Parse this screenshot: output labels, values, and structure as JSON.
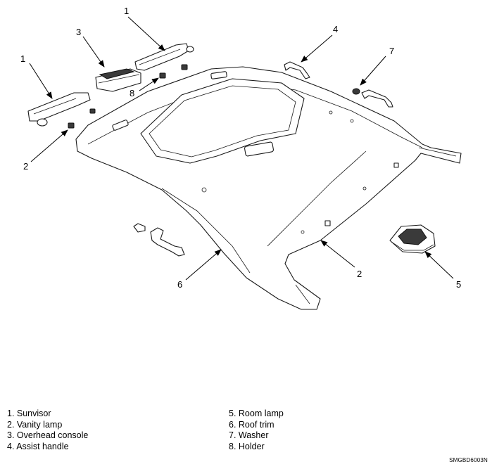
{
  "callouts": [
    {
      "id": "c1a",
      "label": "1"
    },
    {
      "id": "c1b",
      "label": "1"
    },
    {
      "id": "c2a",
      "label": "2"
    },
    {
      "id": "c2b",
      "label": "2"
    },
    {
      "id": "c3",
      "label": "3"
    },
    {
      "id": "c4",
      "label": "4"
    },
    {
      "id": "c5",
      "label": "5"
    },
    {
      "id": "c6",
      "label": "6"
    },
    {
      "id": "c7",
      "label": "7"
    },
    {
      "id": "c8",
      "label": "8"
    }
  ],
  "legend": {
    "left": [
      "1. Sunvisor",
      "2. Vanity lamp",
      "3. Overhead console",
      "4. Assist handle"
    ],
    "right": [
      "5. Room lamp",
      "6. Roof trim",
      "7. Washer",
      "8. Holder"
    ]
  },
  "figure_code": "SMGBD6003N"
}
